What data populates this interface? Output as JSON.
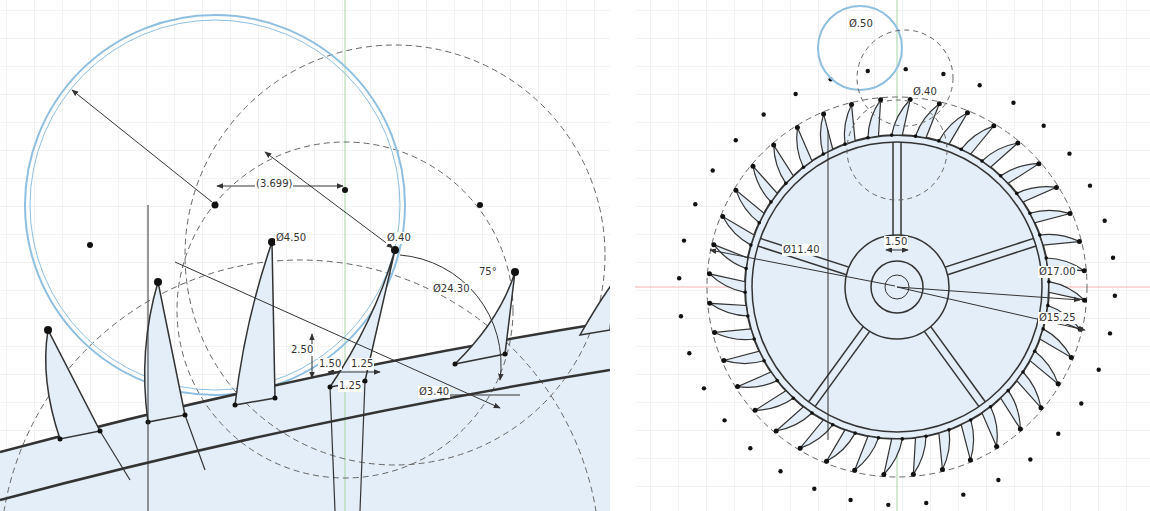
{
  "diagram": {
    "labels": [
      "(3.699)",
      "Ø4.50",
      "Ø.40",
      "2.50",
      "1.50",
      "1.25",
      "1.25",
      "75°",
      "Ø24.30",
      "Ø3.40",
      "Ø17.00",
      "Ø15.25",
      "Ø11.40",
      "Ø.40",
      "Ø.50",
      "1.50"
    ]
  }
}
